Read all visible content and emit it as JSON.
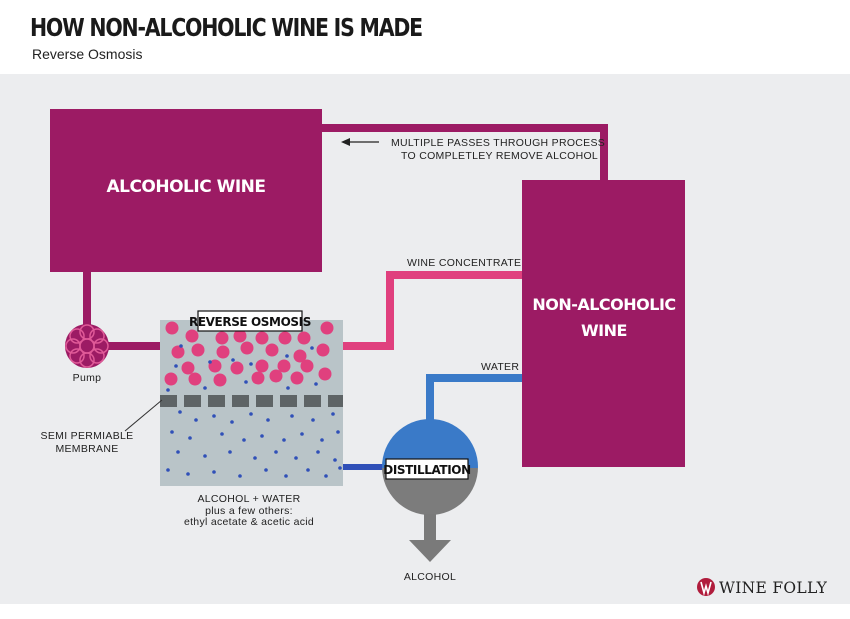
{
  "header": {
    "title": "HOW NON-ALCOHOLIC WINE IS MADE",
    "subtitle": "Reverse Osmosis"
  },
  "nodes": {
    "alcoholic_wine": "ALCOHOLIC WINE",
    "non_alcoholic_line1": "NON-ALCOHOLIC",
    "non_alcoholic_line2": "WINE",
    "reverse_osmosis": "REVERSE OSMOSIS",
    "distillation": "DISTILLATION",
    "pump": "Pump"
  },
  "labels": {
    "multiple_passes_line1": "MULTIPLE PASSES THROUGH PROCESS",
    "multiple_passes_line2": "TO COMPLETLEY REMOVE ALCOHOL",
    "wine_concentrate": "WINE CONCENTRATE",
    "water": "WATER",
    "membrane_line1": "SEMI PERMIABLE",
    "membrane_line2": "MEMBRANE",
    "alcohol_water": "ALCOHOL + WATER",
    "others_line1": "plus a few others:",
    "others_line2": "ethyl acetate & acetic acid",
    "alcohol": "ALCOHOL"
  },
  "brand": {
    "name": "WINE FOLLY"
  },
  "colors": {
    "wine": "#9c1b64",
    "concentrate": "#e0407e",
    "water": "#3a7ac8",
    "tank": "#b9c4c8",
    "membrane": "#5e6466",
    "distill_top": "#3a7ac8",
    "distill_bottom": "#7c7c7c",
    "arrow_gray": "#7a7a7a",
    "background": "#ecedef"
  },
  "icons": {
    "pump": "pump-icon",
    "logo": "wine-folly-logo-icon",
    "arrow_down": "arrow-down-icon",
    "arrow_left": "arrow-left-icon"
  }
}
